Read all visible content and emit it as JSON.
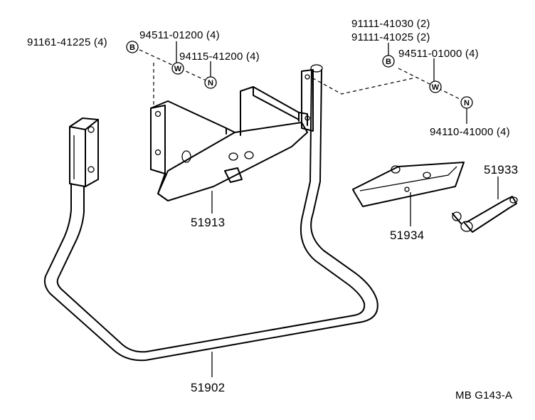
{
  "labels": {
    "bolt_91161": "91161-41225 (4)",
    "washer_94511_012": "94511-01200 (4)",
    "nut_94115": "94115-41200 (4)",
    "bolt_91111_030": "91111-41030 (2)",
    "bolt_91111_025": "91111-41025 (2)",
    "washer_94511_010": "94511-01000 (4)",
    "nut_94110": "94110-41000 (4)",
    "part_51913": "51913",
    "part_51933": "51933",
    "part_51934": "51934",
    "part_51902": "51902",
    "diagram_code": "MB G143-A"
  },
  "symbols": {
    "bolt": "B",
    "washer": "W",
    "nut": "N"
  }
}
